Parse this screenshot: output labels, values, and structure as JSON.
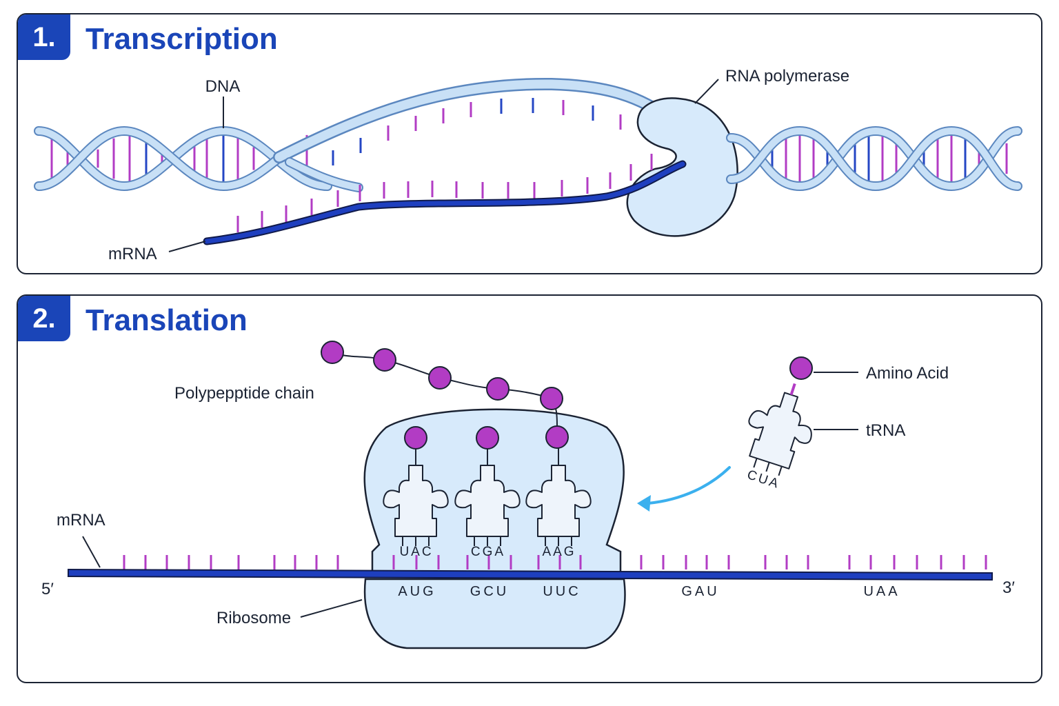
{
  "colors": {
    "accent_blue": "#1a45b8",
    "strand_light": "#c8e0f6",
    "strand_outline": "#5b87bf",
    "mrna_blue": "#1e3fbf",
    "base_magenta": "#b23cc4",
    "base_blue": "#2446c4",
    "ribosome_fill": "#d7eafb",
    "arrow_cyan": "#3bb0ee"
  },
  "panels": [
    {
      "number": "1.",
      "title": "Transcription"
    },
    {
      "number": "2.",
      "title": "Translation"
    }
  ],
  "transcription": {
    "labels": {
      "dna": "DNA",
      "rna_polymerase": "RNA polymerase",
      "mrna": "mRNA"
    }
  },
  "translation": {
    "labels": {
      "polypeptide": "Polypepptide chain",
      "amino_acid": "Amino Acid",
      "trna": "tRNA",
      "mrna": "mRNA",
      "ribosome": "Ribosome",
      "five_prime": "5′",
      "three_prime": "3′"
    },
    "codons": [
      "AUG",
      "GCU",
      "UUC",
      "GAU",
      "UAA"
    ],
    "anticodons": [
      "UAC",
      "CGA",
      "AAG"
    ],
    "incoming_anticodon": "CUA"
  }
}
